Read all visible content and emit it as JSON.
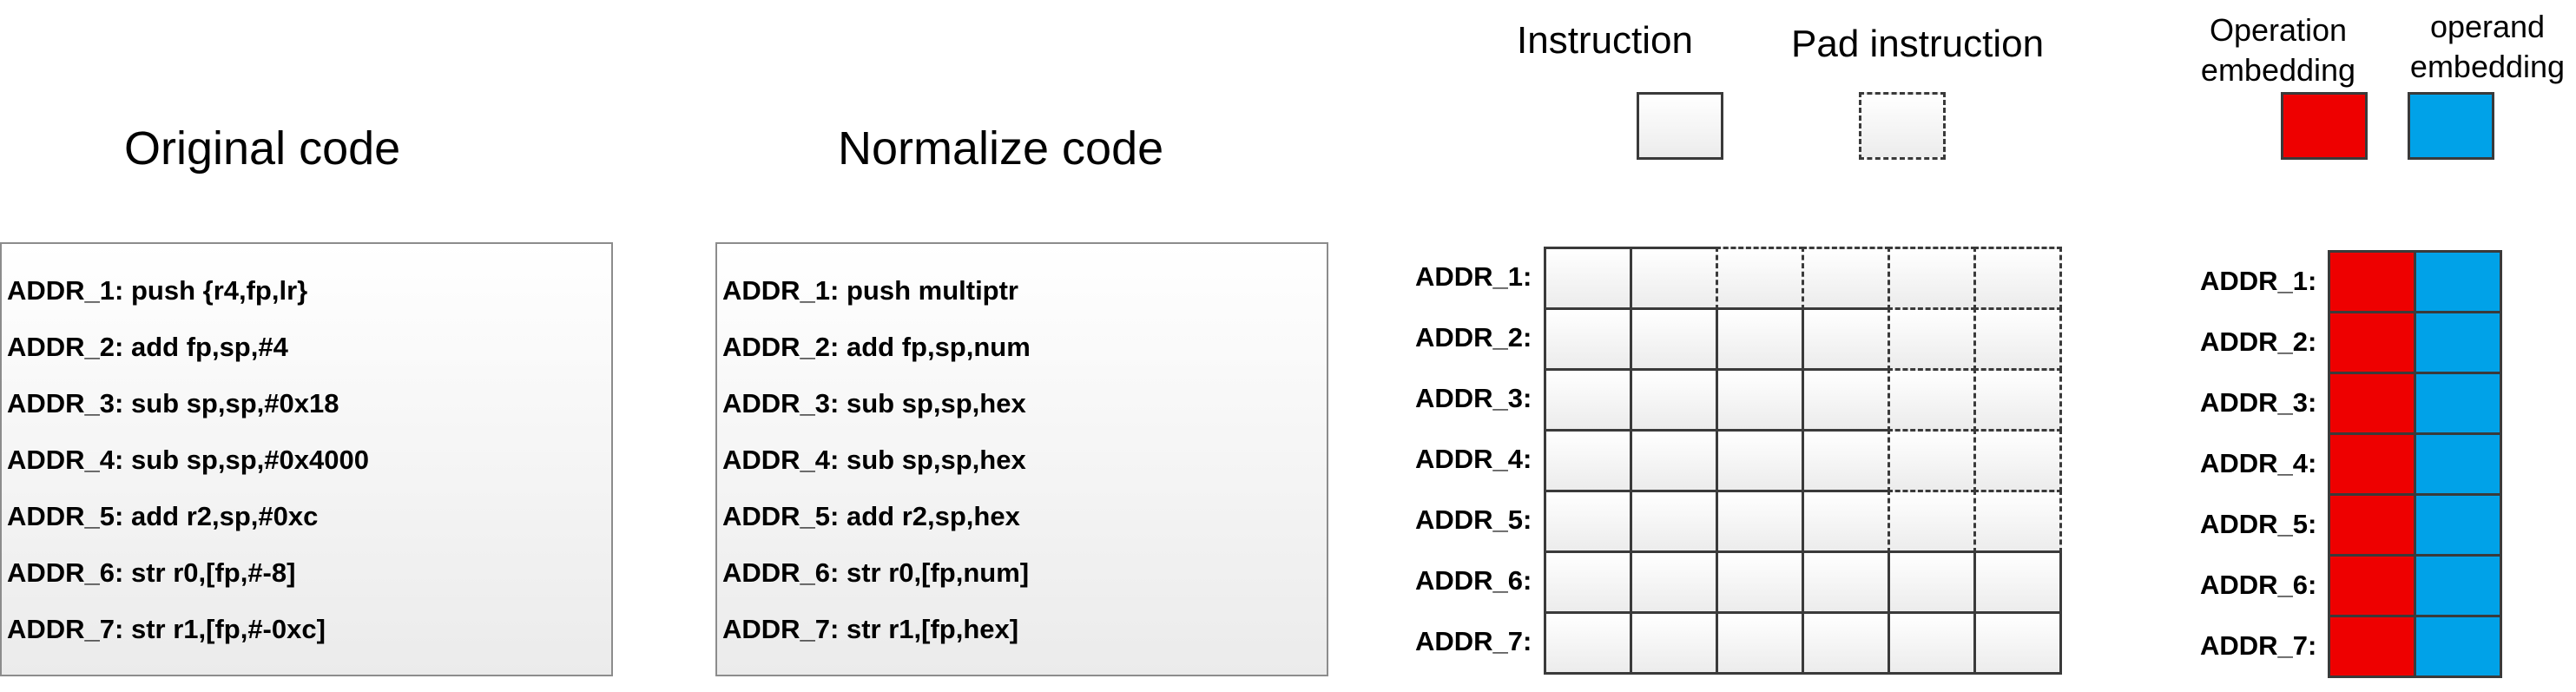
{
  "titles": {
    "original": "Original code",
    "normalized": "Normalize code"
  },
  "legend": {
    "instruction": "Instruction",
    "pad_instruction": "Pad instruction",
    "operation_embedding_l1": "Operation",
    "operation_embedding_l2": "embedding",
    "operand_embedding_l1": "operand",
    "operand_embedding_l2": "embedding",
    "colors": {
      "operation": "#ee0000",
      "operand": "#00a2e8"
    }
  },
  "original_code": [
    "ADDR_1: push {r4,fp,lr}",
    "ADDR_2: add fp,sp,#4",
    "ADDR_3: sub sp,sp,#0x18",
    "ADDR_4: sub sp,sp,#0x4000",
    "ADDR_5: add r2,sp,#0xc",
    "ADDR_6: str r0,[fp,#-8]",
    "ADDR_7: str r1,[fp,#-0xc]"
  ],
  "normalized_code": [
    "ADDR_1: push multiptr",
    "ADDR_2: add fp,sp,num",
    "ADDR_3: sub sp,sp,hex",
    "ADDR_4: sub sp,sp,hex",
    "ADDR_5: add r2,sp,hex",
    "ADDR_6: str r0,[fp,num]",
    "ADDR_7: str r1,[fp,hex]"
  ],
  "address_labels": [
    "ADDR_1:",
    "ADDR_2:",
    "ADDR_3:",
    "ADDR_4:",
    "ADDR_5:",
    "ADDR_6:",
    "ADDR_7:"
  ],
  "instruction_grid": {
    "columns": 6,
    "tokens_per_row": [
      2,
      4,
      4,
      4,
      4,
      6,
      6
    ]
  }
}
